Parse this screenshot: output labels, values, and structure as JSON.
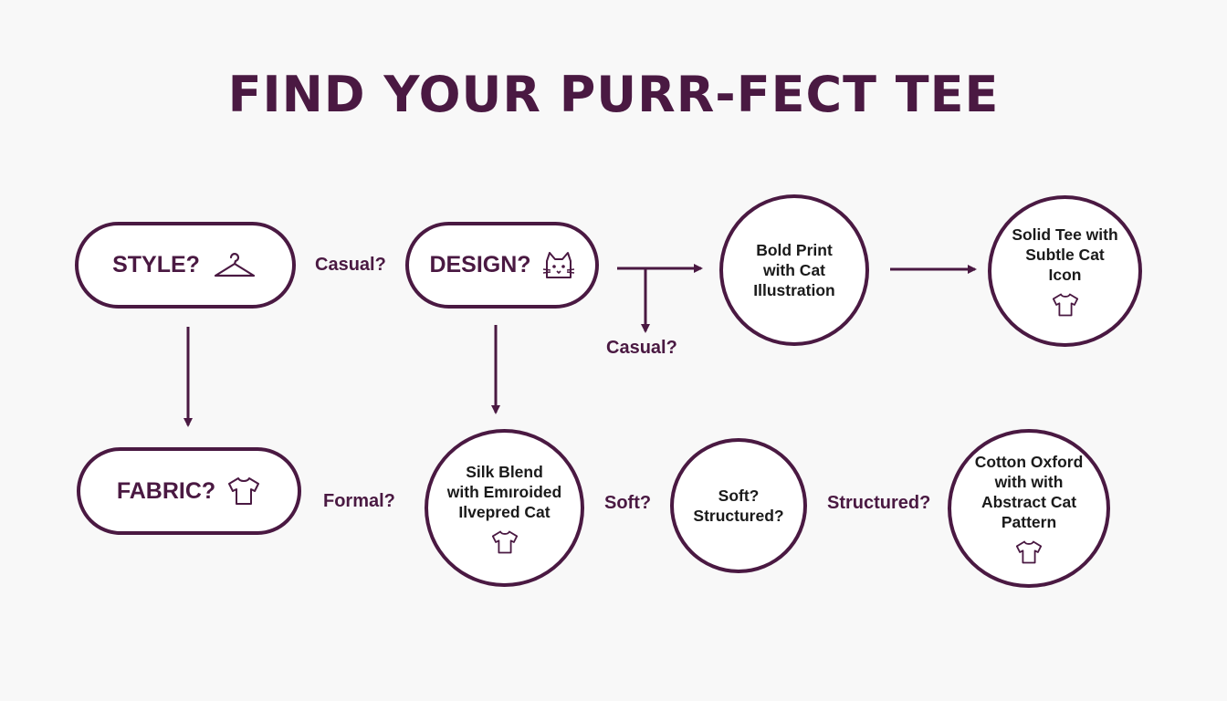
{
  "title": "FIND YOUR PURR-FECT TEE",
  "colors": {
    "primary": "#4a1942",
    "background": "#f8f8f8",
    "node_fill": "#ffffff"
  },
  "nodes": {
    "style": {
      "label": "STYLE?",
      "icon": "hanger-icon"
    },
    "design": {
      "label": "DESIGN?",
      "icon": "cat-face-icon"
    },
    "fabric": {
      "label": "FABRIC?",
      "icon": "tshirt-icon"
    },
    "bold_print": {
      "text": "Bold Print\nwith Cat\nIllustration"
    },
    "solid_tee": {
      "text": "Solid Tee with\nSubtle Cat\nIcon",
      "icon": "tshirt-icon"
    },
    "silk_blend": {
      "text": "Silk Blend\nwith Emıroided\nIlvepred Cat",
      "icon": "tshirt-icon"
    },
    "soft_structured": {
      "text": "Soft?\nStructured?"
    },
    "cotton_oxford": {
      "text": "Cotton Oxford\nwith with\nAbstract Cat\nPattern",
      "icon": "tshirt-icon"
    }
  },
  "edge_labels": {
    "style_design": "Casual?",
    "design_down": "Casual?",
    "fabric_silk": "Formal?",
    "silk_soft": "Soft?",
    "soft_cotton": "Structured?"
  }
}
